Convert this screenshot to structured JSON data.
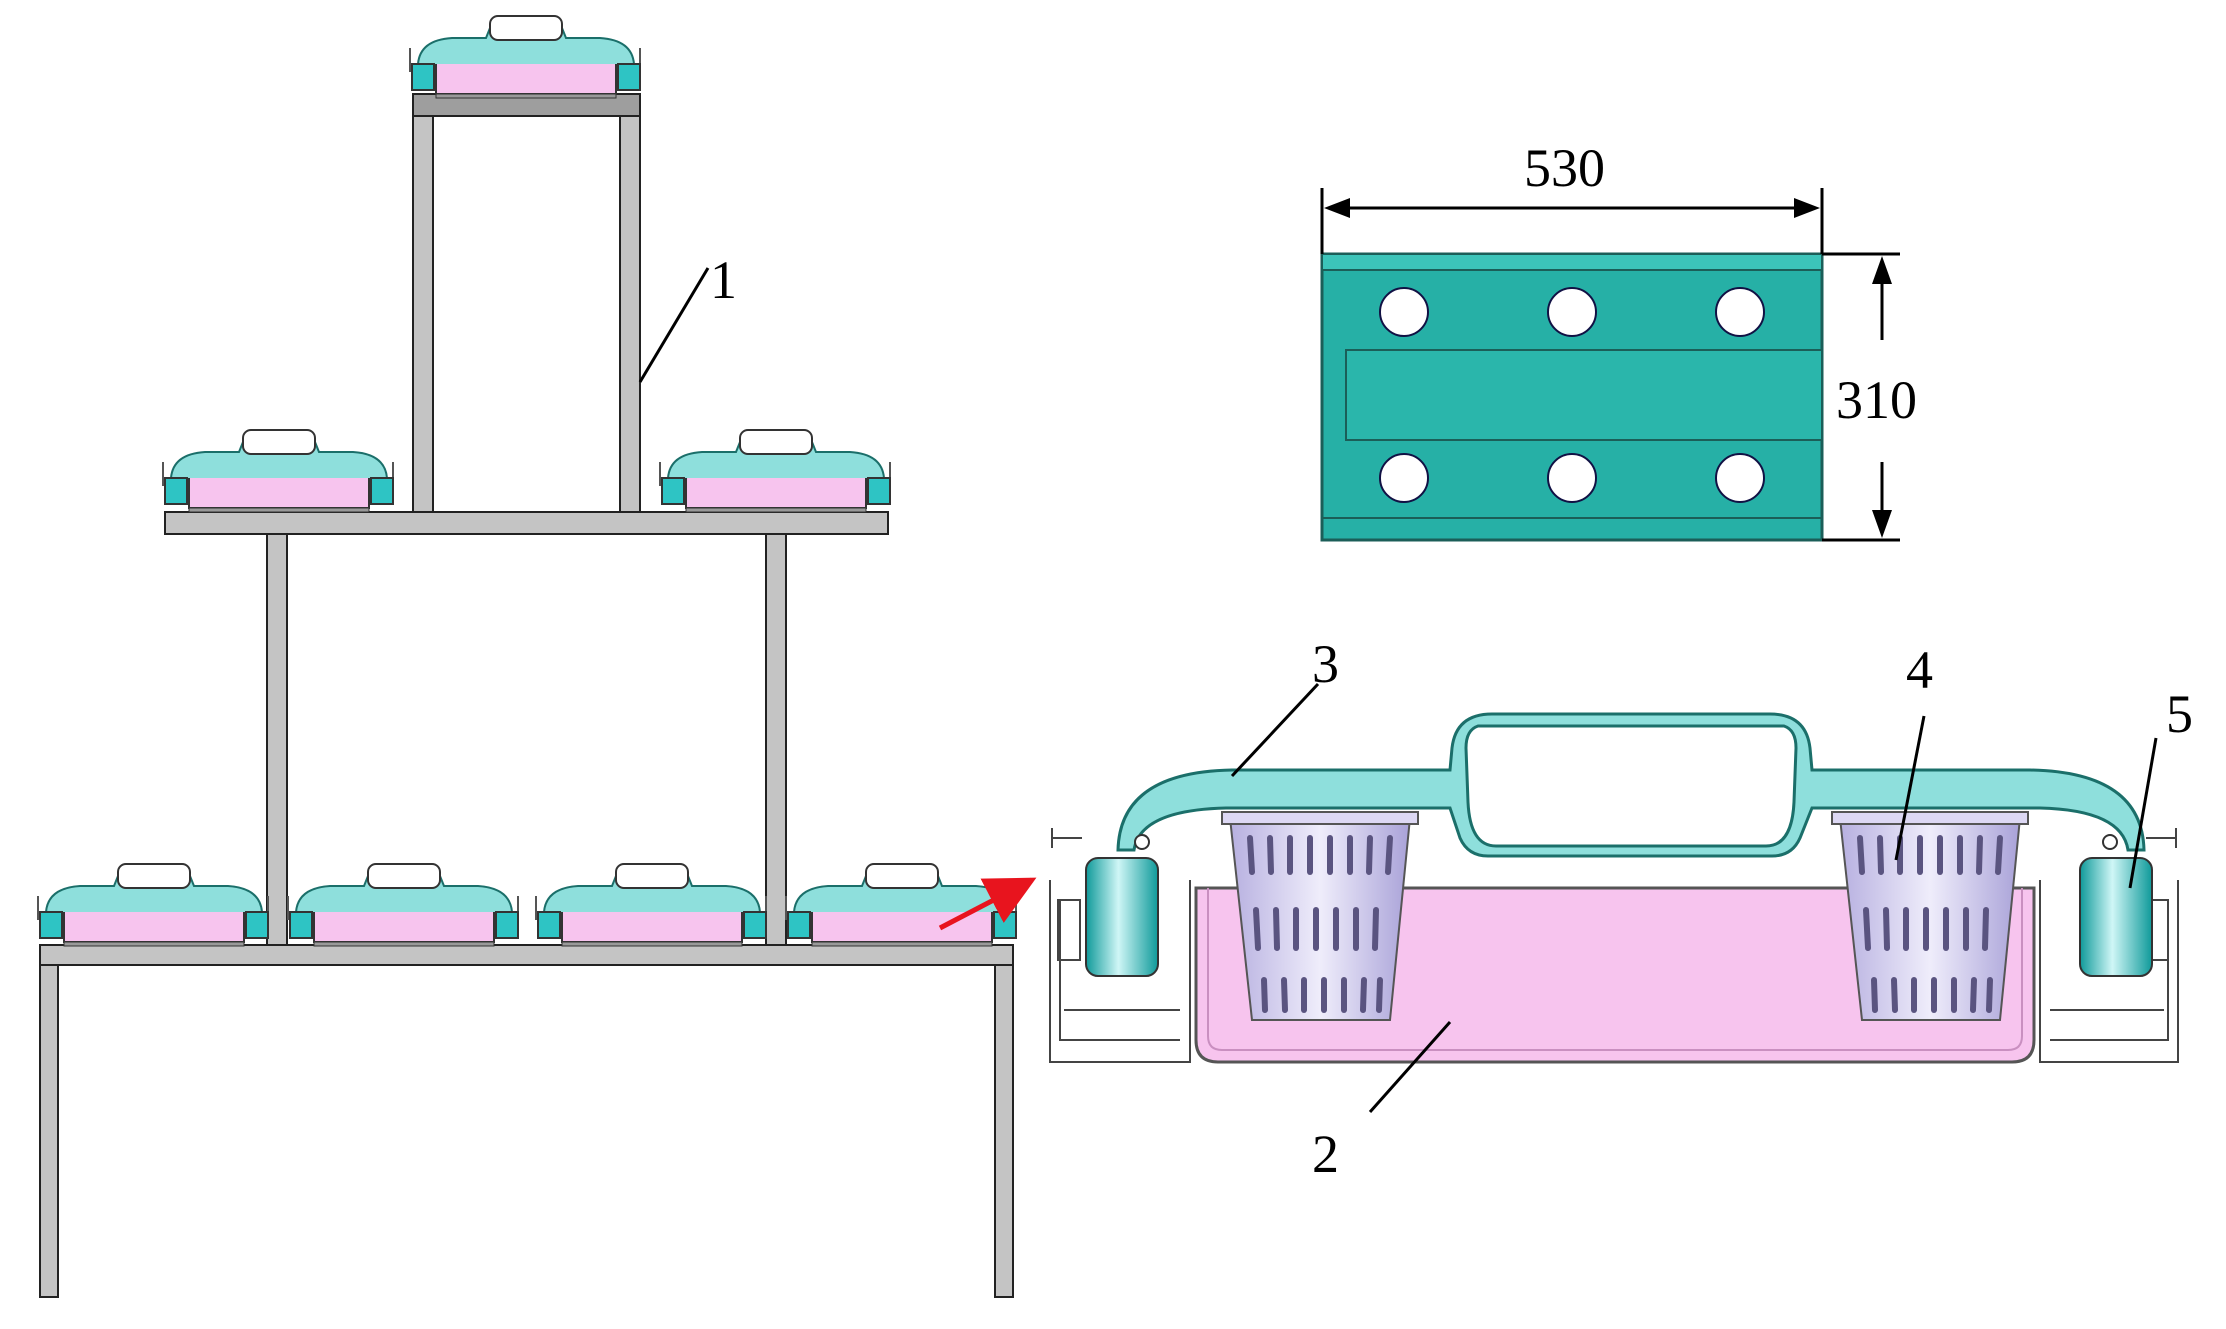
{
  "labels": {
    "rack_frame": "1",
    "water_tank": "2",
    "cover_plate": "3",
    "planting_basket": "4",
    "roller": "5"
  },
  "dimensions": {
    "length": "530",
    "width": "310"
  },
  "colors": {
    "cover": "#26b0a6",
    "cover_light": "#8edfdc",
    "tank": "#f7c4ee",
    "frame": "#c4c4c4",
    "basket": "#c9c3ea",
    "roller": "#2ec4c4",
    "pointer_arrow": "#e8141e"
  },
  "counts": {
    "top_tier_units": 1,
    "middle_tier_units": 2,
    "bottom_tier_units": 4,
    "cover_holes": 6
  }
}
